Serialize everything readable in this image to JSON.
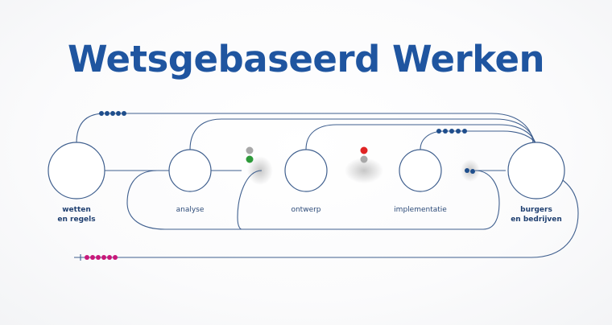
{
  "title": "Wetsgebaseerd Werken",
  "nodes": {
    "wetten": {
      "line1": "wetten",
      "line2": "en regels"
    },
    "analyse": {
      "label": "analyse"
    },
    "ontwerp": {
      "label": "ontwerp"
    },
    "implementatie": {
      "label": "implementatie"
    },
    "burgers": {
      "line1": "burgers",
      "line2": "en bedrijven"
    }
  },
  "colors": {
    "title": "#1f55a0",
    "line": "#3f5f8e",
    "dot_blue": "#1f4e8c",
    "dot_magenta": "#c8187a",
    "light_green": "#2e9a3a",
    "light_red": "#e02424",
    "light_grey": "#a8a8a8"
  },
  "signals": {
    "analyse_ontwerp": {
      "top": "grey",
      "bottom": "green"
    },
    "ontwerp_implementatie": {
      "top": "red",
      "bottom": "grey"
    }
  }
}
